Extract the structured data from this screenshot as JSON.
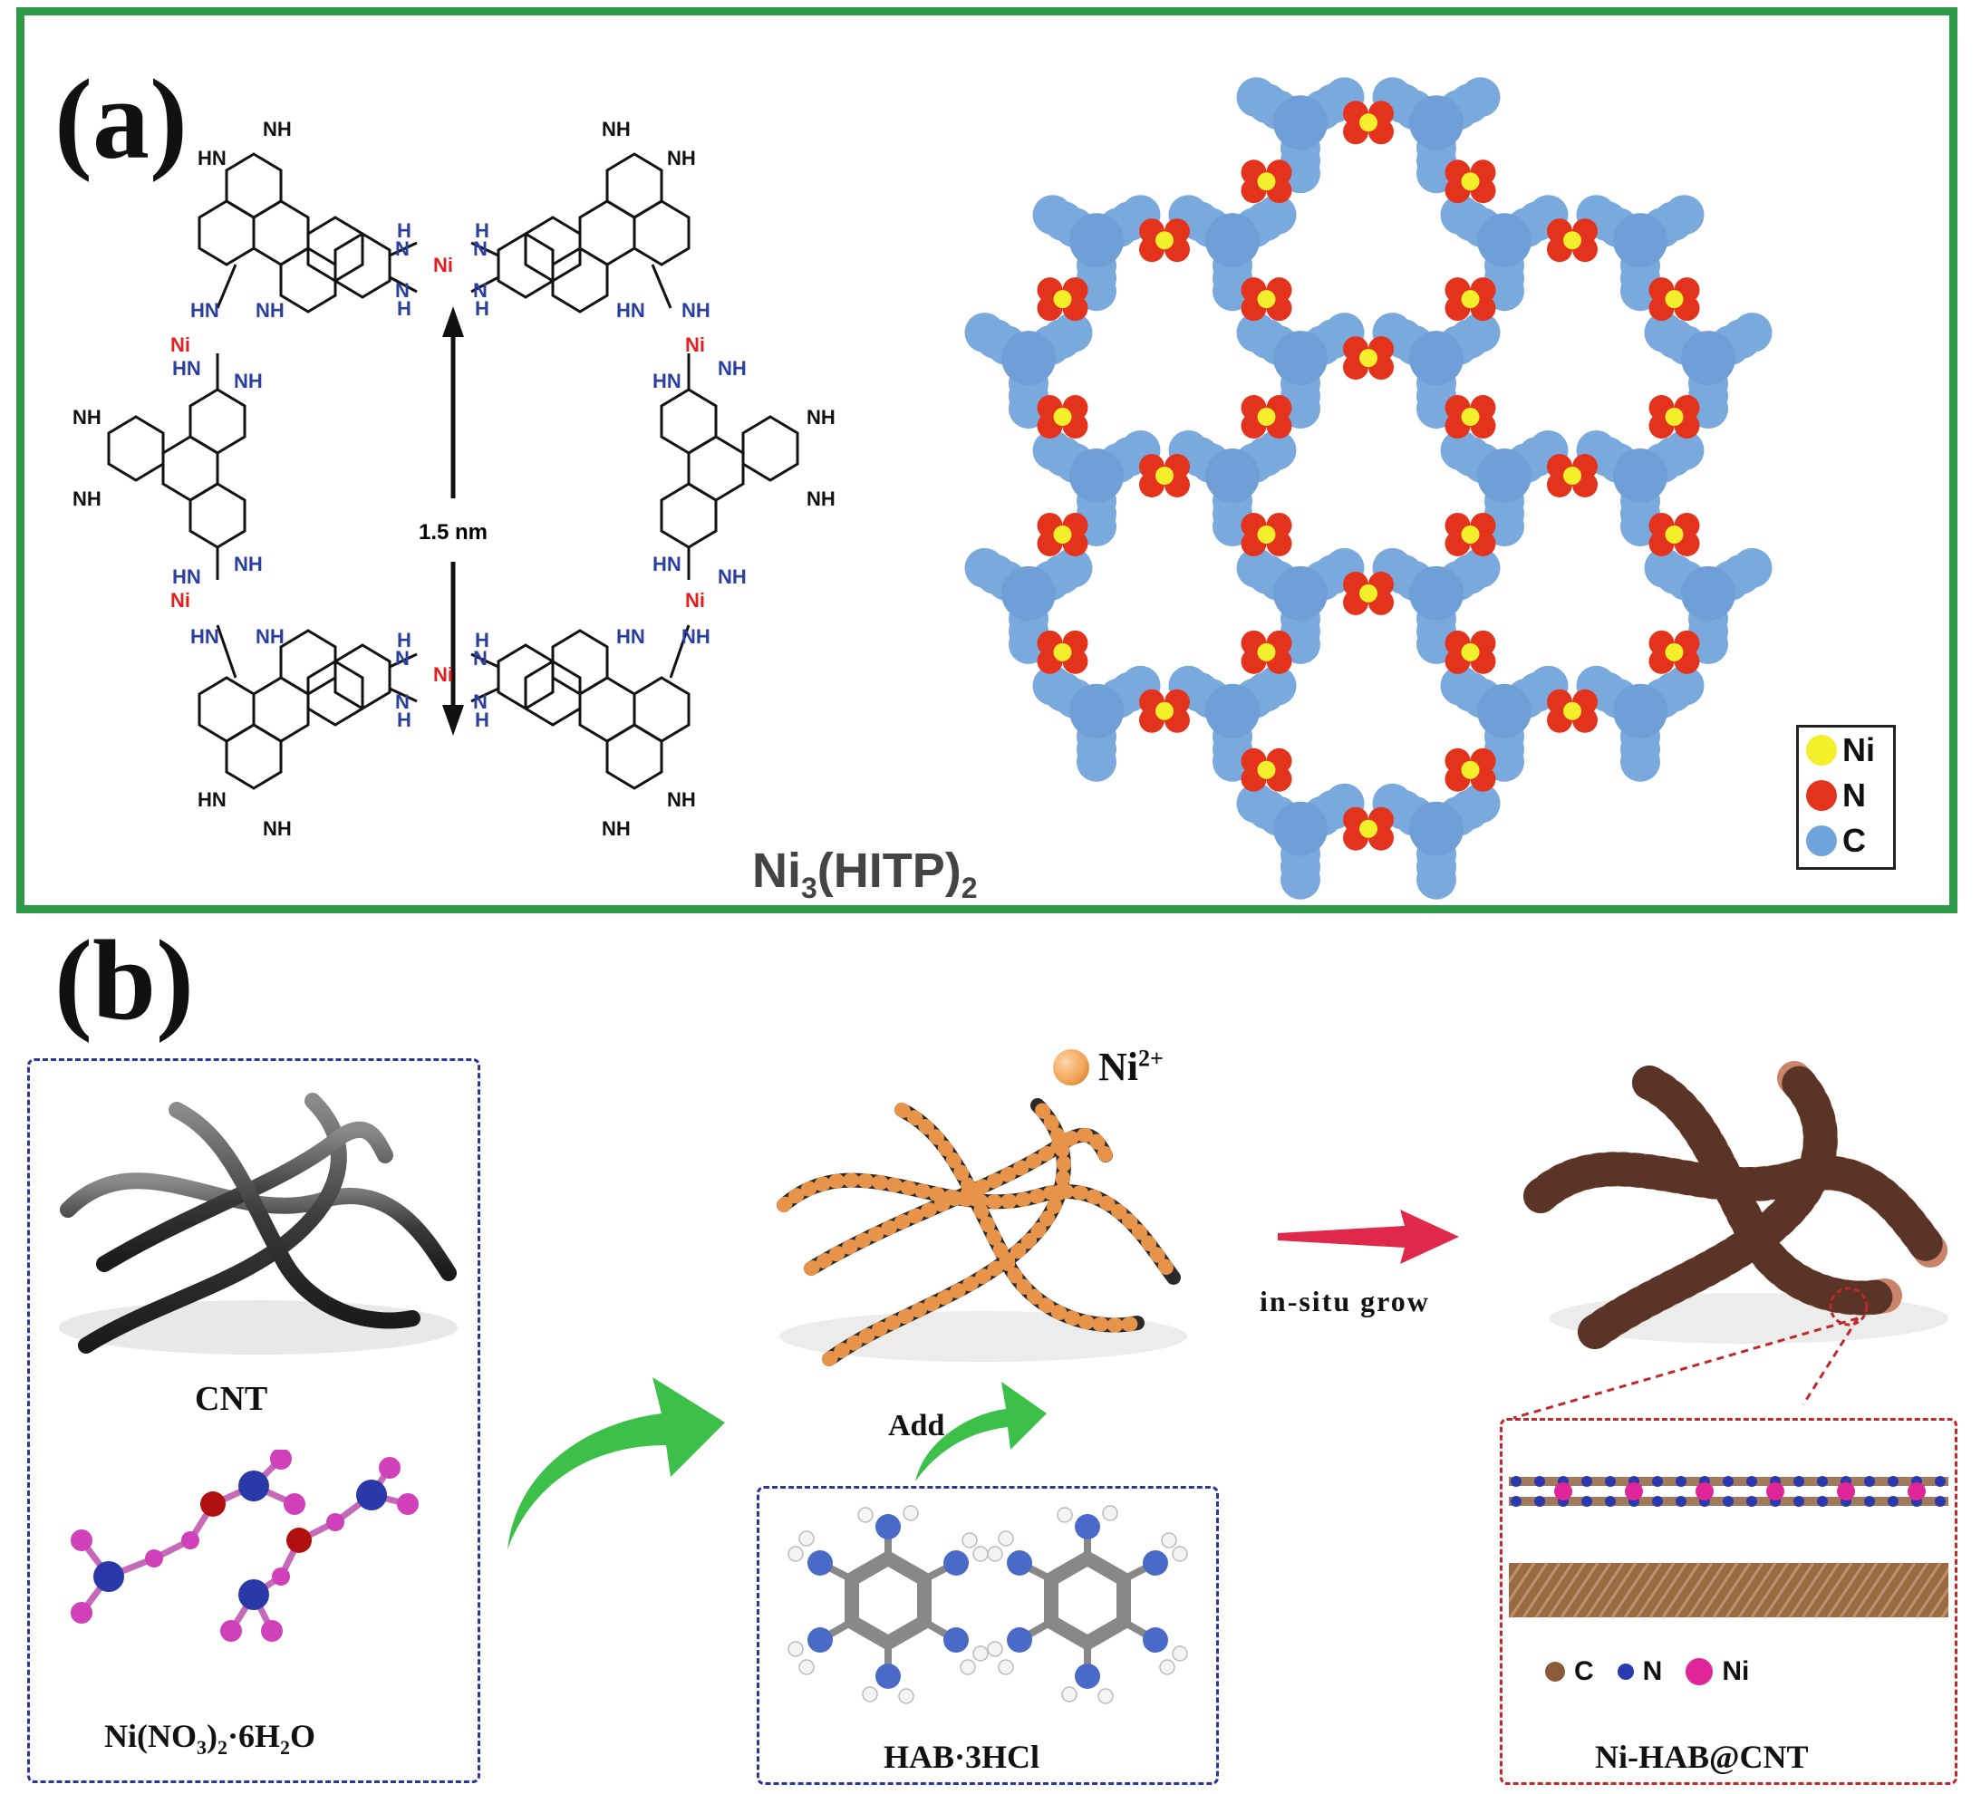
{
  "panel_a": {
    "letter": "(a)",
    "pore_size": "1.5 nm",
    "formula_main": "Ni",
    "formula_sub1": "3",
    "formula_mid": "(HITP)",
    "formula_sub2": "2",
    "atom_labels": {
      "ni": "Ni",
      "nh": "NH",
      "hn": "HN",
      "h": "H",
      "n": "N"
    },
    "legend": [
      {
        "label": "Ni",
        "color": "#f3ef2a"
      },
      {
        "label": "N",
        "color": "#e3331c"
      },
      {
        "label": "C",
        "color": "#6fa3dc"
      }
    ]
  },
  "panel_b": {
    "letter": "(b)",
    "cnt_label": "CNT",
    "nickel_salt": {
      "pre": "Ni(NO",
      "sub1": "3",
      "mid": ")",
      "sub2": "2",
      "post": "·6H",
      "sub3": "2",
      "end": "O"
    },
    "ion_label": "Ni",
    "ion_charge": "2+",
    "add_label": "Add",
    "hab_label": "HAB·3HCl",
    "step_label": "in-situ grow",
    "product_label": "Ni-HAB@CNT",
    "legend": [
      {
        "label": "C",
        "color": "#8a5a3a"
      },
      {
        "label": "N",
        "color": "#2b39b0"
      },
      {
        "label": "Ni",
        "color": "#e0249a"
      }
    ],
    "colors": {
      "arrow_green": "#3cc04a",
      "arrow_red": "#e0284a",
      "ion_orange": "#f0a050",
      "frame_green": "#2e9a48"
    }
  }
}
